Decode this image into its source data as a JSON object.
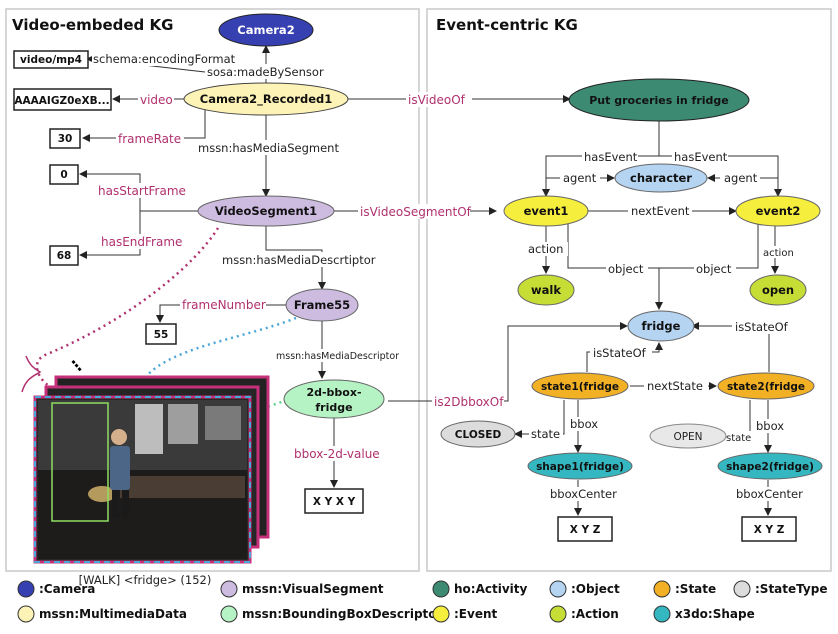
{
  "colors": {
    "camera": "#3640b0",
    "multimedia": "#fdf3b6",
    "segment": "#cdbbe0",
    "bbox": "#b6f3c4",
    "activity": "#3d8a72",
    "event": "#f6ee3c",
    "object": "#b4d4f2",
    "action": "#c6dd36",
    "state": "#f2b025",
    "shape": "#34b7c0",
    "statetype": "#dcdcdc",
    "pink": "#b0306e",
    "frameBorder": "#c4317a",
    "frameDash": "#4aa7d8"
  },
  "panels": {
    "left_title": "Video-embeded KG",
    "right_title": "Event-centric KG"
  },
  "nodes": {
    "camera2": "Camera2",
    "recorded": "Camera2_Recorded1",
    "segment": "VideoSegment1",
    "frame": "Frame55",
    "bbox": "2d-bbox-fridge",
    "put": "Put groceries in fridge",
    "character": "character",
    "event1": "event1",
    "event2": "event2",
    "walk": "walk",
    "open": "open",
    "fridge": "fridge",
    "state1": "state1(fridge",
    "state2": "state2(fridge",
    "closed": "CLOSED",
    "open_state": "OPEN",
    "shape1": "shape1(fridge)",
    "shape2": "shape2(fridge)"
  },
  "boxes": {
    "format": "video/mp4",
    "video": "AAAAIGZ0eXB...",
    "frameRate": "30",
    "start": "0",
    "end": "68",
    "frameNumber": "55",
    "bboxValue": "X Y X Y",
    "xyz1": "X Y Z",
    "xyz2": "X Y Z"
  },
  "edges": {
    "encodingFormat": "schema:encodingFormat",
    "madeBySensor": "sosa:madeBySensor",
    "video": "video",
    "frameRate": "frameRate",
    "hasMediaSegment": "mssn:hasMediaSegment",
    "hasStartFrame": "hasStartFrame",
    "hasEndFrame": "hasEndFrame",
    "hasMediaDescrtiptor": "mssn:hasMediaDescrtiptor",
    "frameNumber": "frameNumber",
    "hasMediaDescriptor": "mssn:hasMediaDescriptor",
    "bbox2dValue": "bbox-2d-value",
    "isVideoOf": "isVideoOf",
    "isVideoSegmentOf": "isVideoSegmentOf",
    "is2DbboxOf": "is2DbboxOf",
    "hasEvent1": "hasEvent",
    "hasEvent2": "hasEvent",
    "agent1": "agent",
    "agent2": "agent",
    "nextEvent": "nextEvent",
    "action1": "action",
    "action2": "action",
    "object1": "object",
    "object2": "object",
    "isStateOf1": "isStateOf",
    "isStateOf2": "isStateOf",
    "nextState": "nextState",
    "state1": "state",
    "state2": "state",
    "bbox1": "bbox",
    "bbox2": "bbox",
    "bboxCenter1": "bboxCenter",
    "bboxCenter2": "bboxCenter"
  },
  "image": {
    "caption": "[WALK] <fridge> (152)",
    "ellipsis": "⋮"
  },
  "legend": [
    {
      "label": ":Camera",
      "color": "#3640b0"
    },
    {
      "label": "mssn:VisualSegment",
      "color": "#cdbbe0"
    },
    {
      "label": "ho:Activity",
      "color": "#3d8a72"
    },
    {
      "label": ":Object",
      "color": "#b4d4f2"
    },
    {
      "label": ":State",
      "color": "#f2b025"
    },
    {
      "label": ":StateType",
      "color": "#dcdcdc"
    },
    {
      "label": "mssn:MultimediaData",
      "color": "#fdf3b6"
    },
    {
      "label": "mssn:BoundingBoxDescriptor",
      "color": "#b6f3c4"
    },
    {
      "label": ":Event",
      "color": "#f6ee3c"
    },
    {
      "label": ":Action",
      "color": "#c6dd36"
    },
    {
      "label": "x3do:Shape",
      "color": "#34b7c0"
    }
  ]
}
